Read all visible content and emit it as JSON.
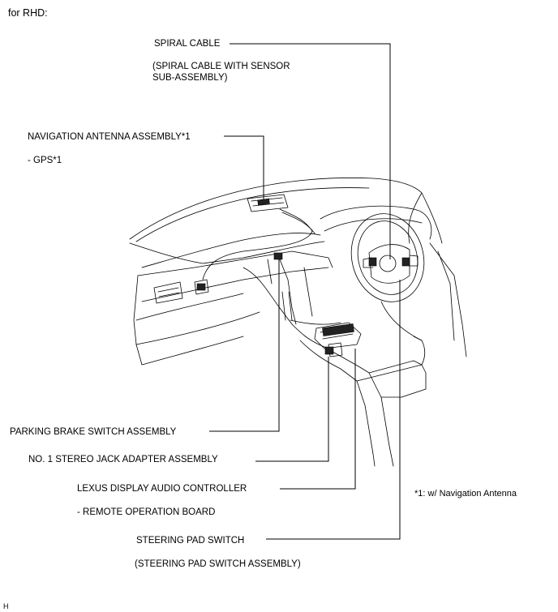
{
  "header": {
    "text": "for RHD:"
  },
  "labels": {
    "spiral_cable": "SPIRAL CABLE",
    "spiral_cable_sub": "(SPIRAL CABLE WITH SENSOR",
    "spiral_cable_sub2": "SUB-ASSEMBLY)",
    "nav_antenna": "NAVIGATION ANTENNA ASSEMBLY*1",
    "nav_antenna_sub": "- GPS*1",
    "parking_brake": "PARKING BRAKE SWITCH ASSEMBLY",
    "stereo_jack": "NO. 1 STEREO JACK ADAPTER ASSEMBLY",
    "display_controller": "LEXUS DISPLAY AUDIO CONTROLLER",
    "display_controller_sub": "- REMOTE OPERATION BOARD",
    "steering_pad": "STEERING PAD SWITCH",
    "steering_pad_sub": "(STEERING PAD SWITCH ASSEMBLY)"
  },
  "footnote": "*1: w/ Navigation Antenna",
  "corner_mark": "H"
}
